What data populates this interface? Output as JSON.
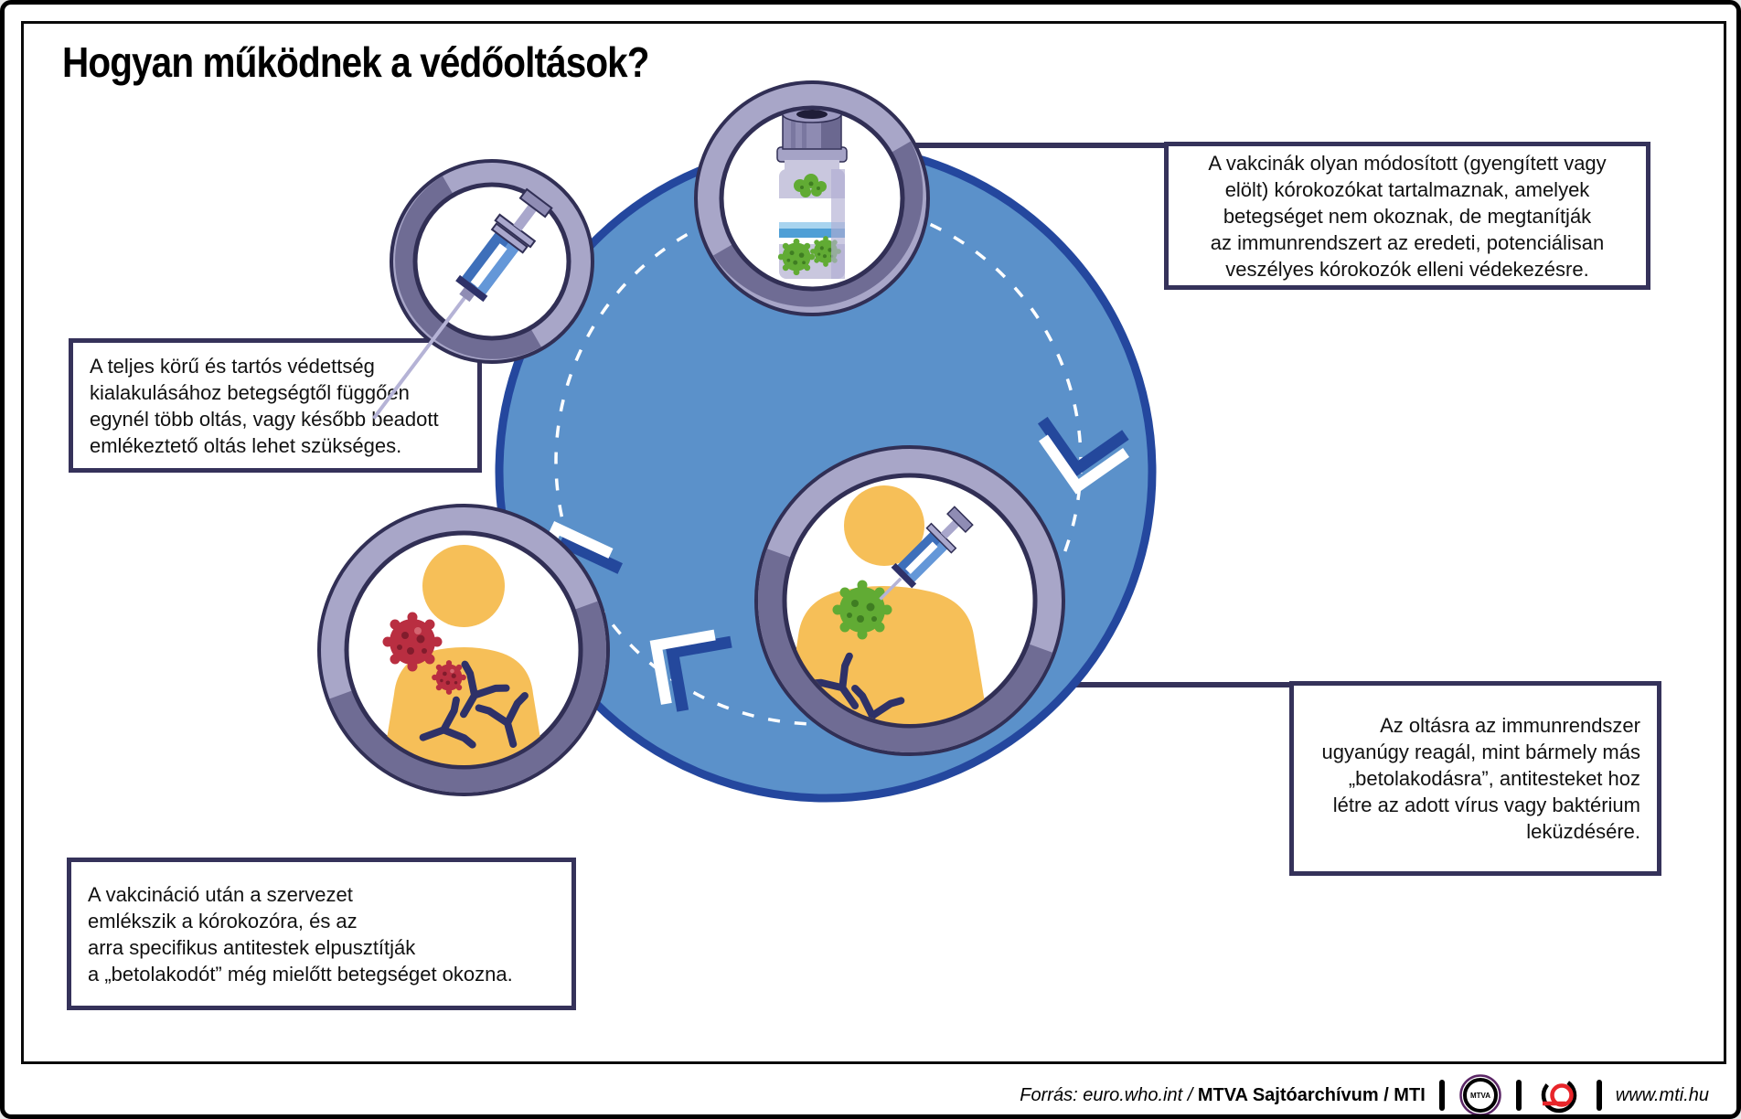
{
  "title": "Hogyan működnek a védőoltások?",
  "callouts": {
    "vaccine": {
      "text": "A vakcinák olyan módosított (gyengített vagy\nelölt) kórokozókat tartalmaznak, amelyek\nbetegséget nem okoznak, de megtanítják\naz immunrendszert az eredeti, potenciálisan\nveszélyes kórokozók elleni védekezésre."
    },
    "booster": {
      "text": "A teljes körű és tartós védettség\nkialakulásához betegségtől függően\negynél több oltás, vagy később beadott\nemlékeztető oltás lehet szükséges."
    },
    "immune_response": {
      "text": "Az oltásra az immunrendszer\nugyanúgy reagál, mint bármely más\n„betolakodásra”, antitesteket hoz\nlétre az adott vírus vagy baktérium\nleküzdésére."
    },
    "memory": {
      "text": "A vakcináció után a szervezet\nemlékszik a kórokozóra, és az\narra specifikus antitestek elpusztítják\na „betolakodót” még mielőtt betegséget okozna."
    }
  },
  "footer": {
    "source_italic": "Forrás: euro.who.int / ",
    "source_bold": "MTVA Sajtóarchívum / MTI",
    "website": "www.mti.hu",
    "mtva_logo_text": "MTVA"
  },
  "colors": {
    "cycle_fill": "#5b91ca",
    "cycle_border": "#24479e",
    "ring_light": "#a8a6c8",
    "ring_dark": "#6f6c94",
    "outline_navy": "#312f55",
    "box_border": "#35325a",
    "person_yellow": "#f6bf58",
    "virus_green": "#61ab34",
    "virus_green_dark": "#3f7d22",
    "virus_red": "#b92e41",
    "virus_red_dark": "#811c2c",
    "antibody_navy": "#2e3168",
    "syringe_blue": "#3e6fba",
    "syringe_blue_light": "#6497d8",
    "lavender": "#a9a7cc",
    "mti_red": "#e8252a",
    "mtva_purple": "#5b2666"
  }
}
